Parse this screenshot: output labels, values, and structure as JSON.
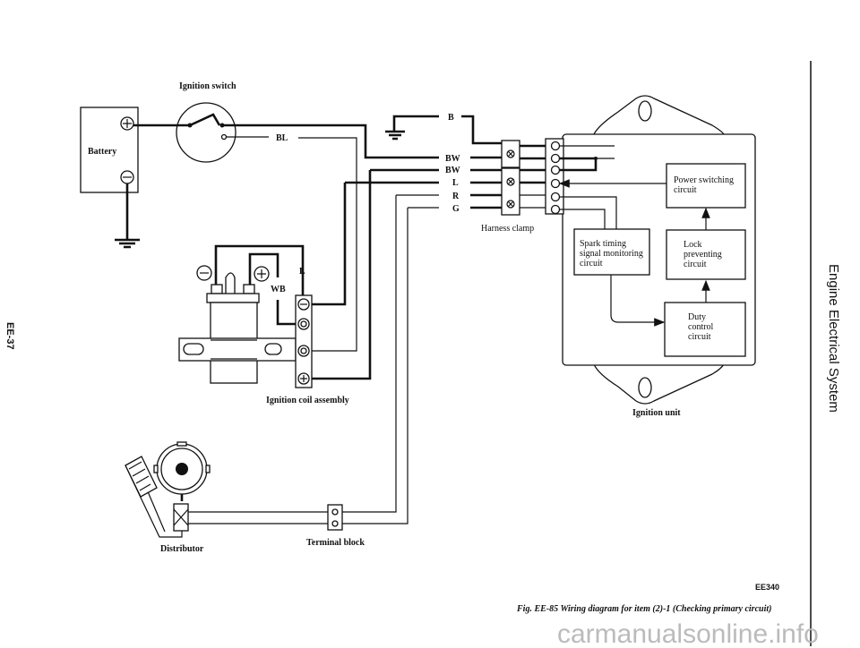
{
  "page": {
    "page_number": "EE-37",
    "section_title": "Engine Electrical System",
    "figure_code": "EE340",
    "caption": "Fig. EE-85  Wiring diagram for item (2)-1 (Checking primary circuit)",
    "watermark": "carmanualsonline.info"
  },
  "components": {
    "ignition_switch": "Ignition switch",
    "battery": "Battery",
    "coil": "Ignition coil assembly",
    "harness_clamp": "Harness clamp",
    "ignition_unit": "Ignition unit",
    "distributor": "Distributor",
    "terminal_block": "Terminal block"
  },
  "wires": {
    "b": "B",
    "bw1": "BW",
    "bw2": "BW",
    "l": "L",
    "r": "R",
    "g": "G",
    "bl": "BL",
    "wb": "WB",
    "coil_l": "L"
  },
  "circuits": {
    "power_switching": [
      "Power switching",
      "circuit"
    ],
    "lock_preventing": [
      "Lock",
      "preventing",
      "circuit"
    ],
    "duty_control": [
      "Duty",
      "control",
      "circuit"
    ],
    "spark_timing": [
      "Spark timing",
      "signal monitoring",
      "circuit"
    ]
  }
}
